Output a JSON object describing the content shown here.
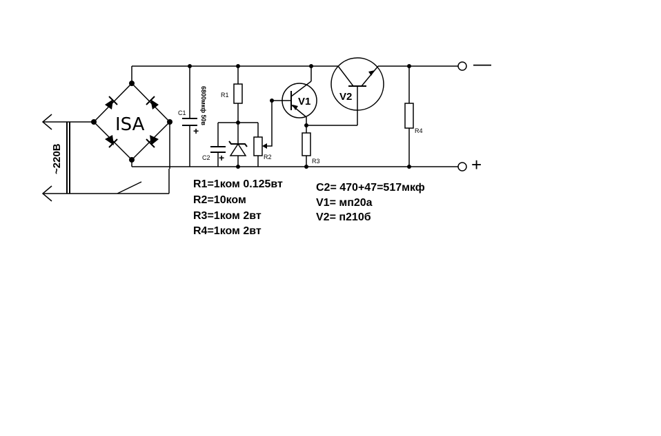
{
  "labels": {
    "c1": "C1",
    "c1_value": "6800мкф 50в",
    "c1_plus": "+",
    "r1": "R1",
    "c2": "C2",
    "c2_plus": "+",
    "r2": "R2",
    "r3": "R3",
    "r4": "R4",
    "v1": "V1",
    "v2": "V2",
    "bridge": "ISA",
    "mains": "~220В",
    "out_minus": "—",
    "out_plus": "+"
  },
  "specs": {
    "r1": "R1=1ком 0.125вт",
    "r2": "R2=10ком",
    "r3": "R3=1ком 2вт",
    "r4": "R4=1ком 2вт",
    "c2": "C2= 470+47=517мкф",
    "v1": "V1=  мп20а",
    "v2": "V2=  п210б"
  }
}
